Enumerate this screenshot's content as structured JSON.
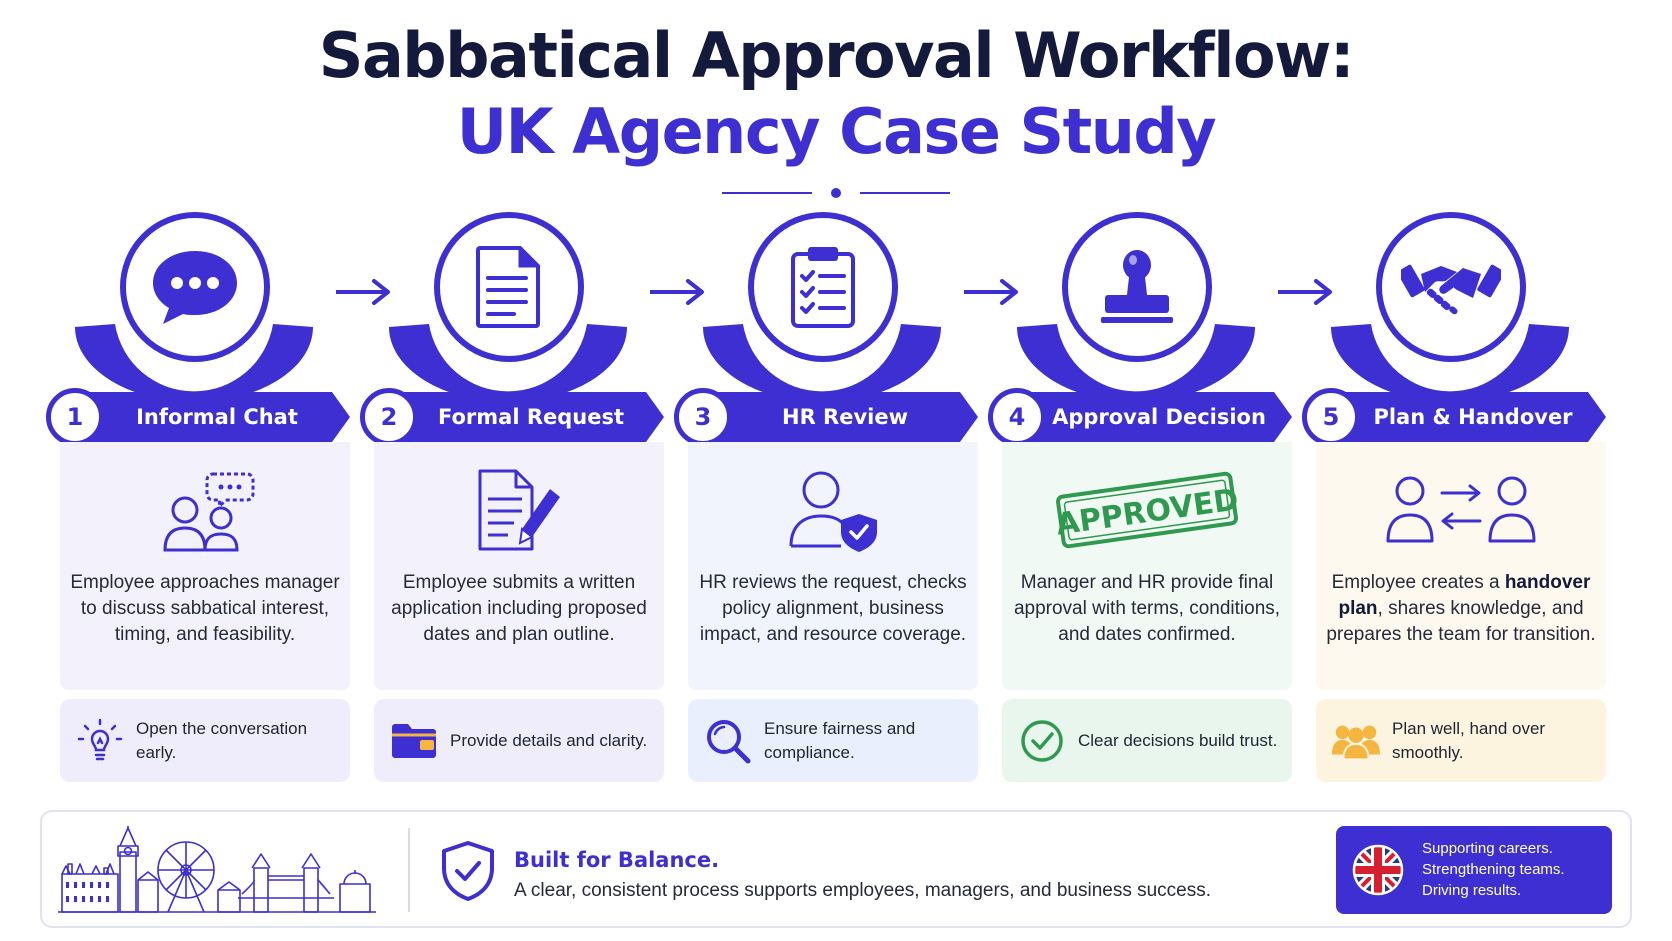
{
  "title": {
    "line1": "Sabbatical Approval Workflow:",
    "line2": "UK Agency Case Study"
  },
  "colors": {
    "primary": "#3d2fd1",
    "dark": "#141a3c",
    "approved_green": "#2f9a4f",
    "gold": "#f4b640"
  },
  "steps": [
    {
      "number": "1",
      "label": "Informal Chat",
      "top_icon": "chat-bubble-icon",
      "card_icon": "people-discussion-icon",
      "card_bg": "#f3f2fc",
      "text_html": "Employee approaches manager to discuss sabbatical interest, timing, and feasibility.",
      "tip_icon": "lightbulb-icon",
      "tip_bg": "#efedfb",
      "tip": "Open the conversation early."
    },
    {
      "number": "2",
      "label": "Formal Request",
      "top_icon": "document-icon",
      "card_icon": "document-pen-icon",
      "card_bg": "#f3f2fc",
      "text_html": "Employee submits a written application including proposed dates and plan outline.",
      "tip_icon": "folder-icon",
      "tip_bg": "#efedfb",
      "tip": "Provide details and clarity."
    },
    {
      "number": "3",
      "label": "HR Review",
      "top_icon": "clipboard-checklist-icon",
      "card_icon": "user-shield-icon",
      "card_bg": "#f1f4fd",
      "text_html": "HR reviews the request, checks policy alignment, business impact, and resource coverage.",
      "tip_icon": "magnifier-icon",
      "tip_bg": "#e9effc",
      "tip": "Ensure fairness and compliance."
    },
    {
      "number": "4",
      "label": "Approval Decision",
      "top_icon": "stamp-icon",
      "card_icon": "approved-stamp-icon",
      "stamp_text": "APPROVED",
      "card_bg": "#f1f9f4",
      "text_html": "Manager and HR provide final approval with terms, conditions, and dates confirmed.",
      "tip_icon": "check-circle-icon",
      "tip_bg": "#e8f6ed",
      "tip": "Clear decisions build trust."
    },
    {
      "number": "5",
      "label": "Plan & Handover",
      "top_icon": "handshake-icon",
      "card_icon": "users-exchange-icon",
      "card_bg": "#fdf9ee",
      "text_pre": "Employee creates a ",
      "text_bold": "handover plan",
      "text_post": ", shares knowledge, and prepares the team for transition.",
      "tip_icon": "team-icon",
      "tip_bg": "#fcf4df",
      "tip": "Plan well, hand over smoothly."
    }
  ],
  "footer": {
    "title": "Built for Balance.",
    "description": "A clear, consistent process supports employees, managers, and business success.",
    "box_lines": [
      "Supporting careers.",
      "Strengthening teams.",
      "Driving results."
    ]
  }
}
